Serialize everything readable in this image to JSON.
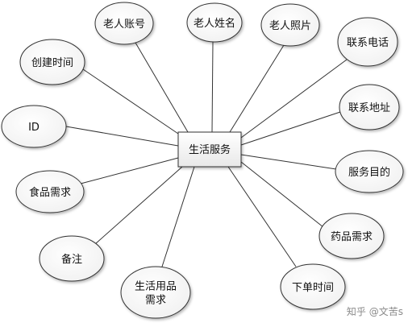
{
  "center": {
    "label": "生活服务"
  },
  "attributes": [
    {
      "id": "elder-account",
      "lines": [
        "老人账号"
      ]
    },
    {
      "id": "elder-name",
      "lines": [
        "老人姓名"
      ]
    },
    {
      "id": "elder-photo",
      "lines": [
        "老人照片"
      ]
    },
    {
      "id": "contact-phone",
      "lines": [
        "联系电话"
      ]
    },
    {
      "id": "contact-address",
      "lines": [
        "联系地址"
      ]
    },
    {
      "id": "service-purpose",
      "lines": [
        "服务目的"
      ]
    },
    {
      "id": "medicine-need",
      "lines": [
        "药品需求"
      ]
    },
    {
      "id": "order-time",
      "lines": [
        "下单时间"
      ]
    },
    {
      "id": "daily-goods-need",
      "lines": [
        "生活用品",
        "需求"
      ]
    },
    {
      "id": "remark",
      "lines": [
        "备注"
      ]
    },
    {
      "id": "food-need",
      "lines": [
        "食品需求"
      ]
    },
    {
      "id": "id",
      "lines": [
        "ID"
      ]
    },
    {
      "id": "create-time",
      "lines": [
        "创建时间"
      ]
    }
  ],
  "watermark": "知乎 @文苦s",
  "colors": {
    "ellipse_fill": "#ffffff",
    "stroke": "#333333",
    "box_fill": "#f2f2f2"
  }
}
